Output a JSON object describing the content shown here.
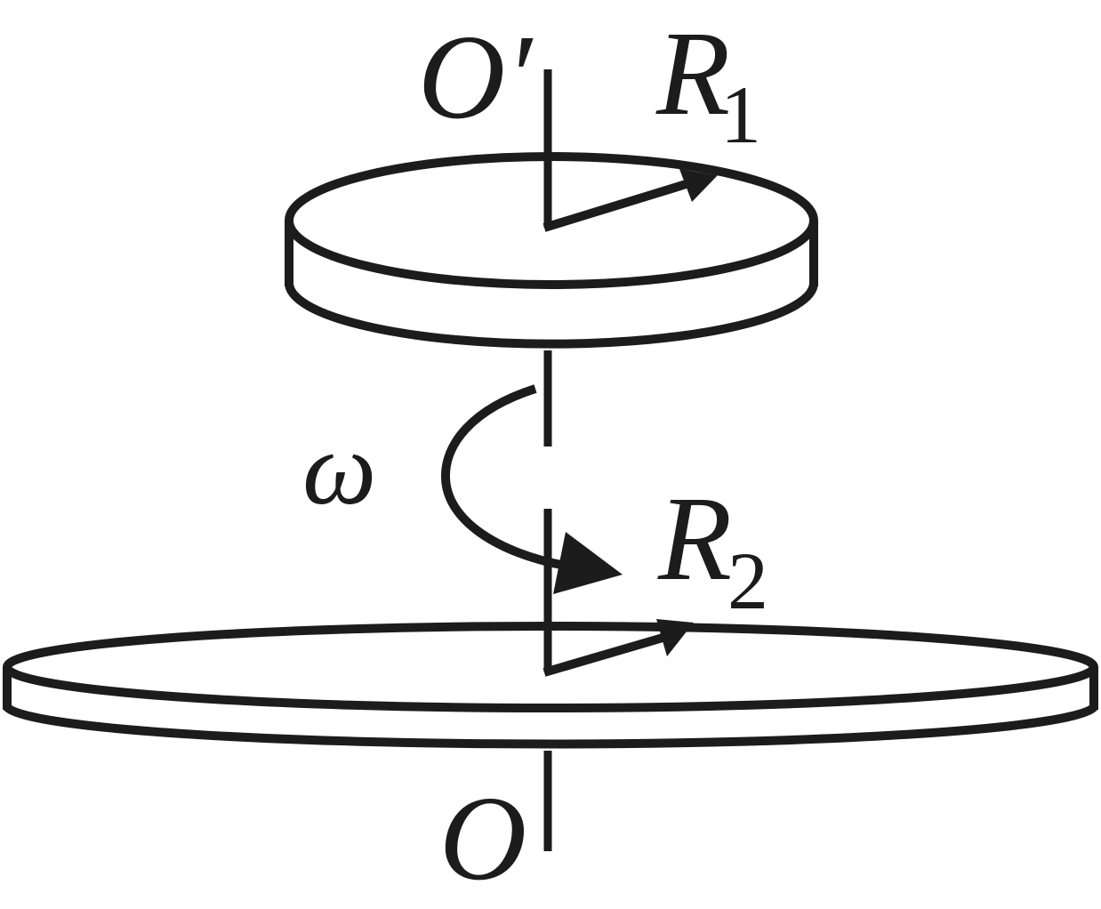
{
  "labels": {
    "top_axis_point": "O′",
    "bottom_axis_point": "O",
    "top_radius_letter": "R",
    "top_radius_subscript": "1",
    "bottom_radius_letter": "R",
    "bottom_radius_subscript": "2",
    "angular_velocity": "ω"
  },
  "colors": {
    "ink": "#1c1c1c",
    "background": "#ffffff"
  }
}
